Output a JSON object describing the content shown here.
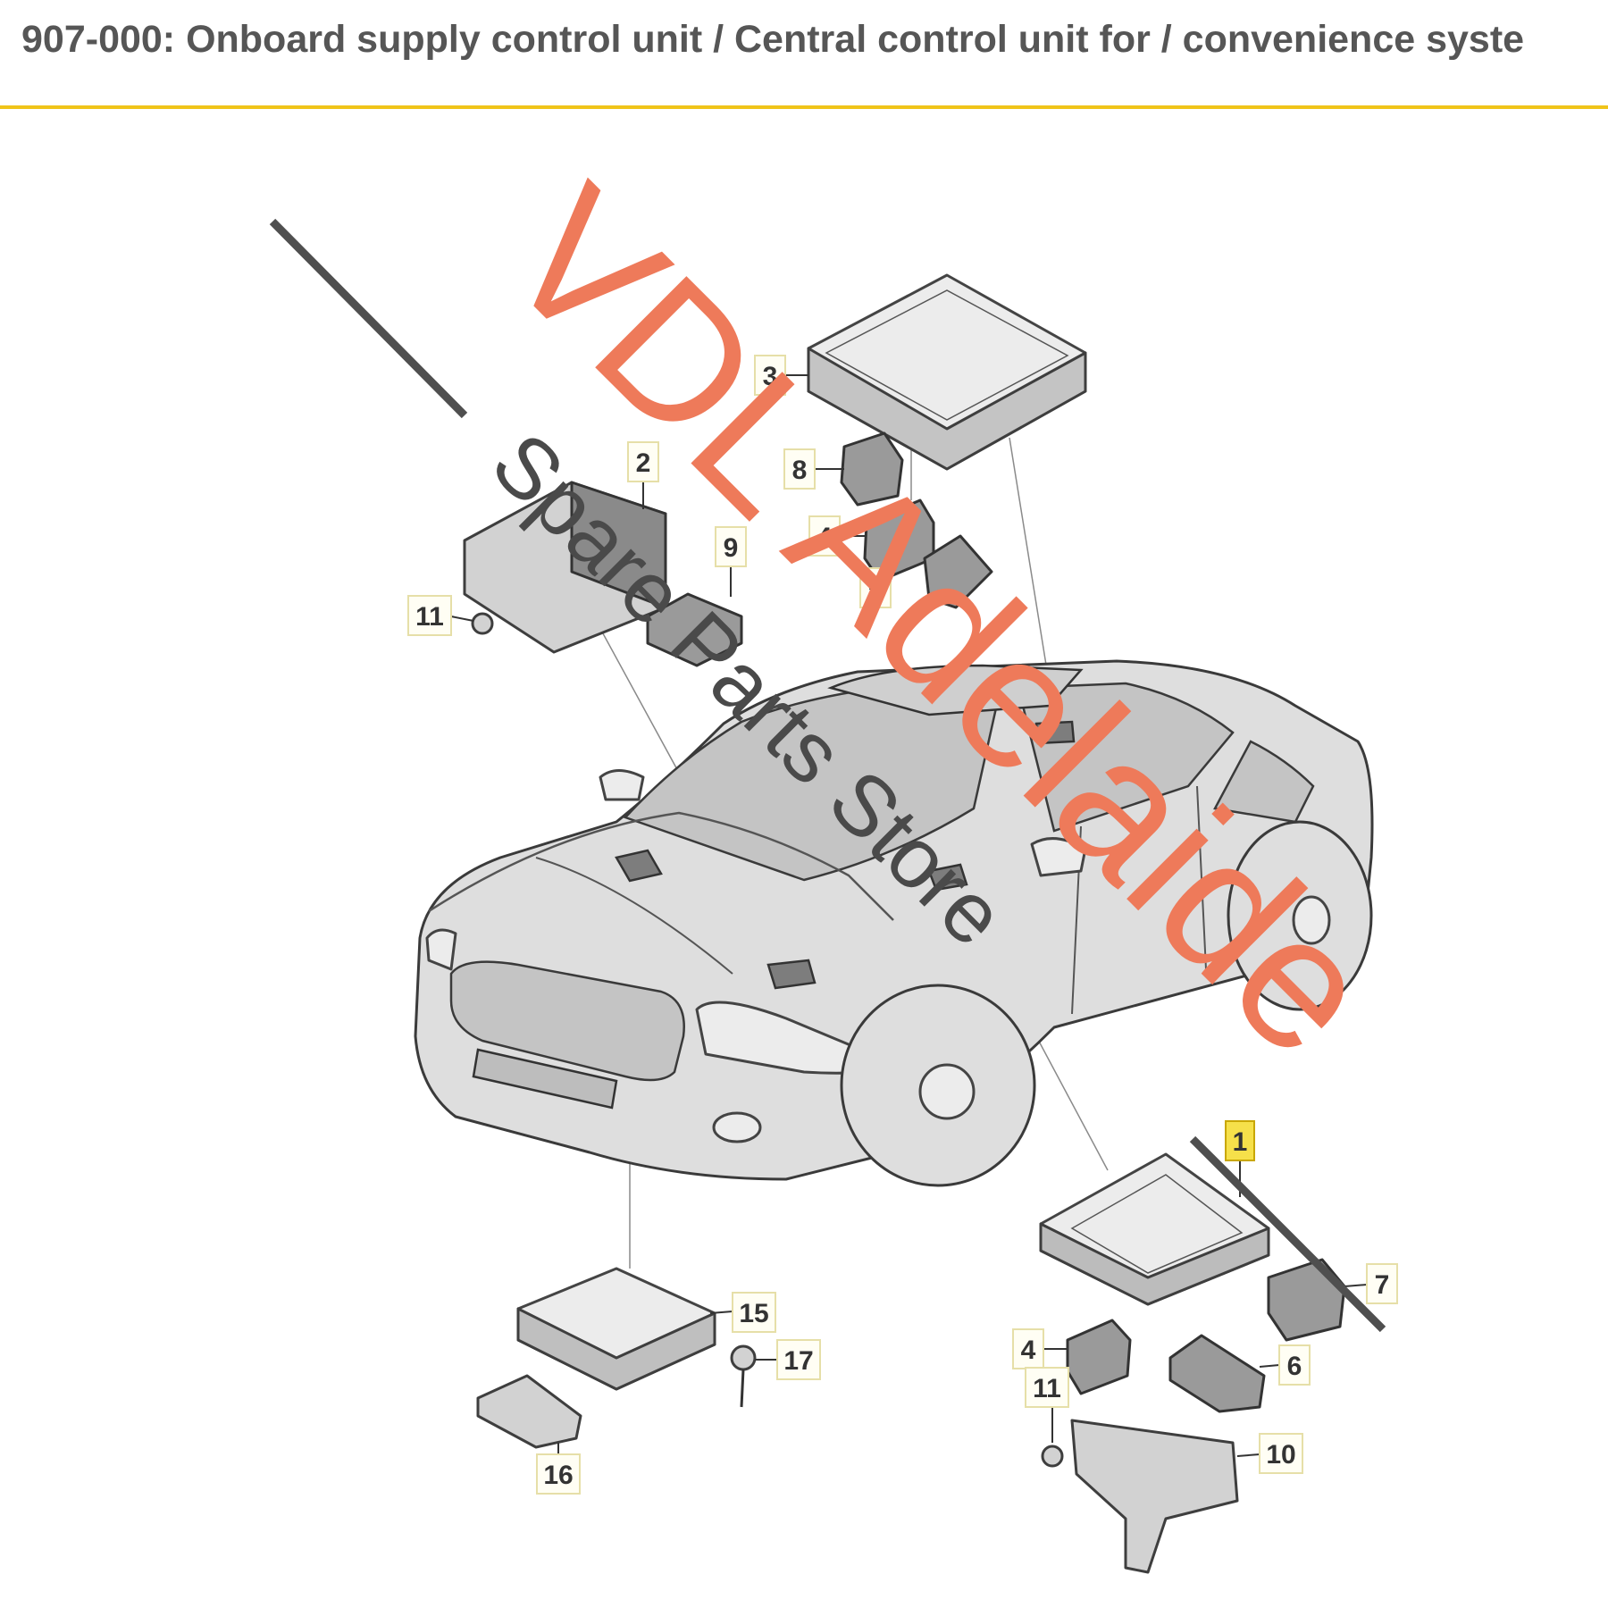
{
  "header": {
    "title": "907-000: Onboard supply control unit / Central control unit for / convenience syste"
  },
  "callouts": [
    {
      "id": "1",
      "label": "1",
      "highlighted": true
    },
    {
      "id": "2",
      "label": "2"
    },
    {
      "id": "3",
      "label": "3"
    },
    {
      "id": "4a",
      "label": "4"
    },
    {
      "id": "4b",
      "label": "4"
    },
    {
      "id": "5",
      "label": "5"
    },
    {
      "id": "6",
      "label": "6"
    },
    {
      "id": "7",
      "label": "7"
    },
    {
      "id": "8",
      "label": "8"
    },
    {
      "id": "9",
      "label": "9"
    },
    {
      "id": "10",
      "label": "10"
    },
    {
      "id": "11a",
      "label": "11"
    },
    {
      "id": "11b",
      "label": "11"
    },
    {
      "id": "15",
      "label": "15"
    },
    {
      "id": "16",
      "label": "16"
    },
    {
      "id": "17",
      "label": "17"
    }
  ],
  "watermark": {
    "brand": "VDL Adelaide",
    "tagline": "Spare Parts Store"
  },
  "colors": {
    "accent_line": "#f0c419",
    "highlight_callout": "#f6e04a",
    "watermark_red": "#ee7a5a",
    "watermark_gray": "#4a4a4a"
  }
}
